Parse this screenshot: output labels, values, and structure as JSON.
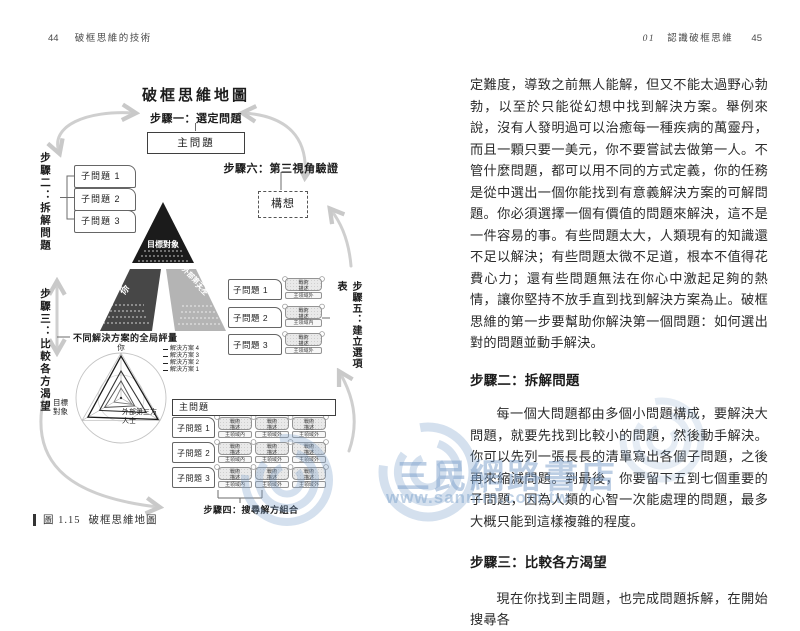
{
  "chart_data": {
    "type": "radar",
    "title": "不同解決方案的全局評量",
    "axes": [
      "你",
      "目標對象",
      "外部第三方人士"
    ],
    "series": [
      {
        "name": "解決方案 4",
        "values": [
          0.93,
          0.85,
          0.95
        ]
      },
      {
        "name": "解決方案 3",
        "values": [
          0.6,
          0.55,
          0.65
        ]
      },
      {
        "name": "解決方案 2",
        "values": [
          0.38,
          0.42,
          0.35
        ]
      },
      {
        "name": "解決方案 1",
        "values": [
          0.22,
          0.18,
          0.28
        ]
      }
    ],
    "scale": [
      0,
      1
    ],
    "legend_position": "top-right",
    "grid": "circular"
  },
  "watermark": {
    "store_name": "三民網路書店",
    "url": "www.sanmin.com.tw",
    "color": "#7a9ec9"
  },
  "left_page": {
    "page_number": "44",
    "running_title": "破框思維的技術",
    "map": {
      "title": "破框思維地圖",
      "step1_label": "步驟一：選定問題",
      "step2_label": "步驟二：拆解問題",
      "step3_label": "步驟三：比較各方渴望",
      "step4_label": "步驟四：搜尋解方組合",
      "step5_label": "步驟五：建立選項表",
      "step6_label": "步驟六：第三視角驗證",
      "main_problem": "主問題",
      "sub_problems": [
        "子問題 1",
        "子問題 2",
        "子問題 3"
      ],
      "idea_box": "構想",
      "pyramid": {
        "top": "目標對象",
        "bottom_left": "你",
        "bottom_right_line1": "外部第三方",
        "bottom_right_line2": "人士"
      },
      "evaluation_title": "不同解決方案的全局評量",
      "options_table": {
        "rows": [
          {
            "label": "子問題 1",
            "tactic_line1": "戰術",
            "tactic_line2": "描述",
            "tag": "主領域外"
          },
          {
            "label": "子問題 2",
            "tactic_line1": "戰術",
            "tactic_line2": "描述",
            "tag": "主領域內"
          },
          {
            "label": "子問題 3",
            "tactic_line1": "戰術",
            "tactic_line2": "描述",
            "tag": "主領域外"
          }
        ]
      },
      "choice_map": {
        "header": "主問題",
        "rows": [
          {
            "label": "子問題 1",
            "cells": [
              {
                "line1": "戰術",
                "line2": "描述",
                "tag": "主領域內"
              },
              {
                "line1": "戰術",
                "line2": "描述",
                "tag": "主領域外"
              },
              {
                "line1": "戰術",
                "line2": "描述",
                "tag": "主領域外"
              }
            ]
          },
          {
            "label": "子問題 2",
            "cells": [
              {
                "line1": "戰術",
                "line2": "描述",
                "tag": "主領域內"
              },
              {
                "line1": "戰術",
                "line2": "描述",
                "tag": "主領域外"
              },
              {
                "line1": "戰術",
                "line2": "描述",
                "tag": "主領域外"
              }
            ]
          },
          {
            "label": "子問題 3",
            "cells": [
              {
                "line1": "戰術",
                "line2": "描述",
                "tag": "主領域內"
              },
              {
                "line1": "戰術",
                "line2": "描述",
                "tag": "主領域外"
              },
              {
                "line1": "戰術",
                "line2": "描述",
                "tag": "主領域外"
              }
            ]
          }
        ]
      }
    },
    "caption_number": "圖 1.15",
    "caption_title": "破框思維地圖"
  },
  "right_page": {
    "chapter_number": "01",
    "chapter_title": "認識破框思維",
    "page_number": "45",
    "paragraph1": "定難度，導致之前無人能解，但又不能太過野心勃勃，以至於只能從幻想中找到解決方案。舉例來說，沒有人發明過可以治癒每一種疾病的萬靈丹，而且一顆只要一美元，你不要嘗試去做第一人。不管什麼問題，都可以用不同的方式定義，你的任務是從中選出一個你能找到有意義解決方案的可解問題。你必須選擇一個有價值的問題來解決，這不是一件容易的事。有些問題太大，人類現有的知識還不足以解決；有些問題太微不足道，根本不值得花費心力；還有些問題無法在你心中激起足夠的熱情，讓你堅持不放手直到找到解決方案為止。破框思維的第一步要幫助你解決第一個問題：如何選出對的問題並動手解決。",
    "heading2": "步驟二：拆解問題",
    "paragraph2": "每一個大問題都由多個小問題構成，要解決大問題，就要先找到比較小的問題，然後動手解決。你可以先列一張長長的清單寫出各個子問題，之後再來縮減問題。到最後，你要留下五到七個重要的子問題，因為人類的心智一次能處理的問題，最多大概只能到這樣複雜的程度。",
    "heading3": "步驟三：比較各方渴望",
    "paragraph3": "現在你找到主問題，也完成問題拆解，在開始搜尋各"
  }
}
